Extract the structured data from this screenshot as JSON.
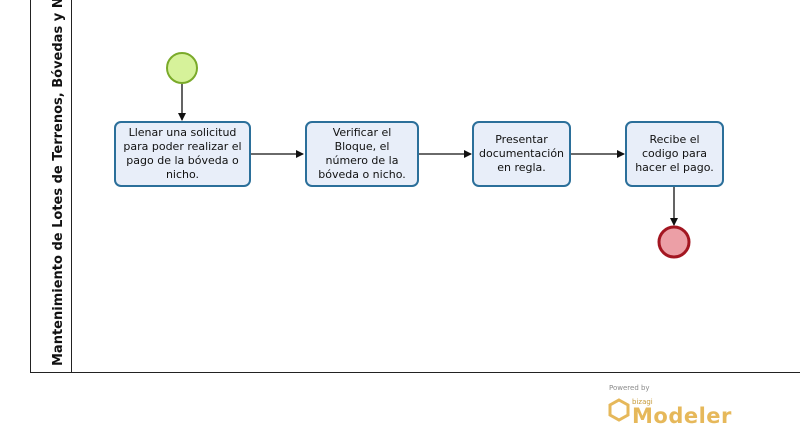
{
  "pool": {
    "lane_label": "Mantenimiento de Lotes de Terrenos, Bóvedas y Nichos"
  },
  "tasks": [
    {
      "label": "Llenar una solicitud para poder realizar el pago de la bóveda o nicho."
    },
    {
      "label": "Verificar el Bloque, el número de la bóveda o nicho."
    },
    {
      "label": "Presentar documentación en regla."
    },
    {
      "label": "Recibe el codigo para hacer el pago."
    }
  ],
  "events": {
    "start": {
      "fill": "#d6f29a",
      "stroke": "#7aaa2a"
    },
    "end": {
      "fill": "#ec9fa6",
      "stroke": "#a31621"
    }
  },
  "colors": {
    "task_fill": "#e8eef9",
    "task_border": "#2b6f9a",
    "flow": "#111111"
  },
  "branding": {
    "powered_by": "Powered by",
    "small": "bizagi",
    "big": "Modeler"
  }
}
